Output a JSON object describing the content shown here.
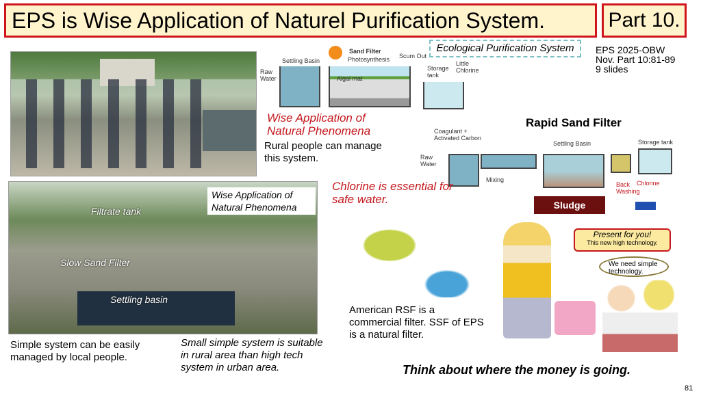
{
  "title": "EPS is Wise Application of Naturel Purification System.",
  "part": "Part 10.",
  "eco_label": "Ecological Purification System",
  "meta": {
    "line1": "EPS 2025-OBW",
    "line2": "Nov. Part 10:81-89",
    "line3": "9 slides"
  },
  "ssf_diagram": {
    "settling": "Settling Basin",
    "sand_filter": "Sand Filter",
    "photosynthesis": "Photosynthesis",
    "algal_mat": "Algal mat",
    "scum_out": "Scum Out",
    "raw_water": "Raw Water",
    "storage": "Storage tank",
    "chlorine": "Little Chlorine"
  },
  "wise_app": "Wise Application of Natural Phenomena",
  "rural": "Rural people can manage this system.",
  "rsf": {
    "title": "Rapid Sand Filter",
    "coagulant": "Coagulant + Activated Carbon",
    "raw_water": "Raw Water",
    "mixing": "Mixing",
    "settling": "Settling Basin",
    "storage": "Storage tank",
    "back_washing": "Back Washing",
    "chlorine": "Chlorine",
    "sludge": "Sludge"
  },
  "photo2": {
    "box": "Wise Application of Natural Phenomena",
    "filtrate": "Filtrate tank",
    "ssf": "Slow Sand Filter",
    "settling": "Settling basin"
  },
  "chlorine_note": "Chlorine is essential for safe water.",
  "speech1": {
    "title": "Present for you!",
    "sub": "This new high technology."
  },
  "speech2": "We need simple technology.",
  "american": "American RSF is a commercial filter. SSF of EPS is a natural filter.",
  "simple": "Simple system can be easily managed by local people.",
  "small": "Small simple system is suitable in rural area than high tech system in urban area.",
  "think": "Think about where the money is going.",
  "page": "81"
}
